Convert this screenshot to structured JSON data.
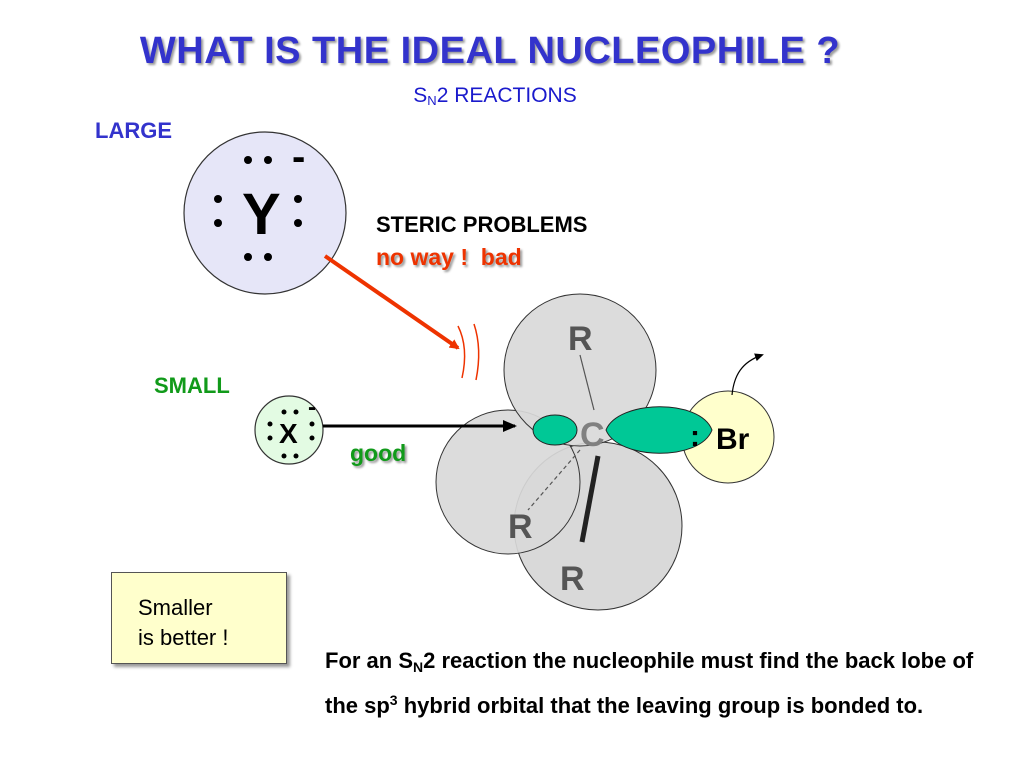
{
  "title": "WHAT IS THE IDEAL NUCLEOPHILE ?",
  "subtitle": {
    "main": "S",
    "sub": "N",
    "rest": "2 REACTIONS"
  },
  "labels": {
    "large": "LARGE",
    "small": "SMALL",
    "steric_title": "STERIC PROBLEMS",
    "steric_verdict": "no way !  bad",
    "good": "good"
  },
  "nucleophile_large": {
    "atom": "Y",
    "charge": "-"
  },
  "nucleophile_small": {
    "atom": "X",
    "charge": "-"
  },
  "substrate": {
    "center": "C",
    "leaving_group": "Br",
    "leaving_group_pair": ":",
    "substituents": [
      "R",
      "R",
      "R"
    ]
  },
  "note": {
    "line1": "Smaller",
    "line2": "is better !"
  },
  "explanation": {
    "part1": "For an S",
    "sub": "N",
    "part2": "2 reaction the nucleophile must find the back lobe of the sp",
    "sup": "3",
    "part3": " hybrid orbital that the leaving group is bonded to."
  },
  "colors": {
    "title": "#3333cc",
    "large_label": "#3333cc",
    "small_label": "#119a1a",
    "bad": "#ee3300",
    "good": "#119a1a",
    "orbital": "#00c896",
    "large_nucleophile_fill": "#e6e6f8",
    "small_nucleophile_fill": "#e3fbe3",
    "leaving_group_fill": "#ffffcc",
    "substituent_fill": "#d9d9d9"
  }
}
